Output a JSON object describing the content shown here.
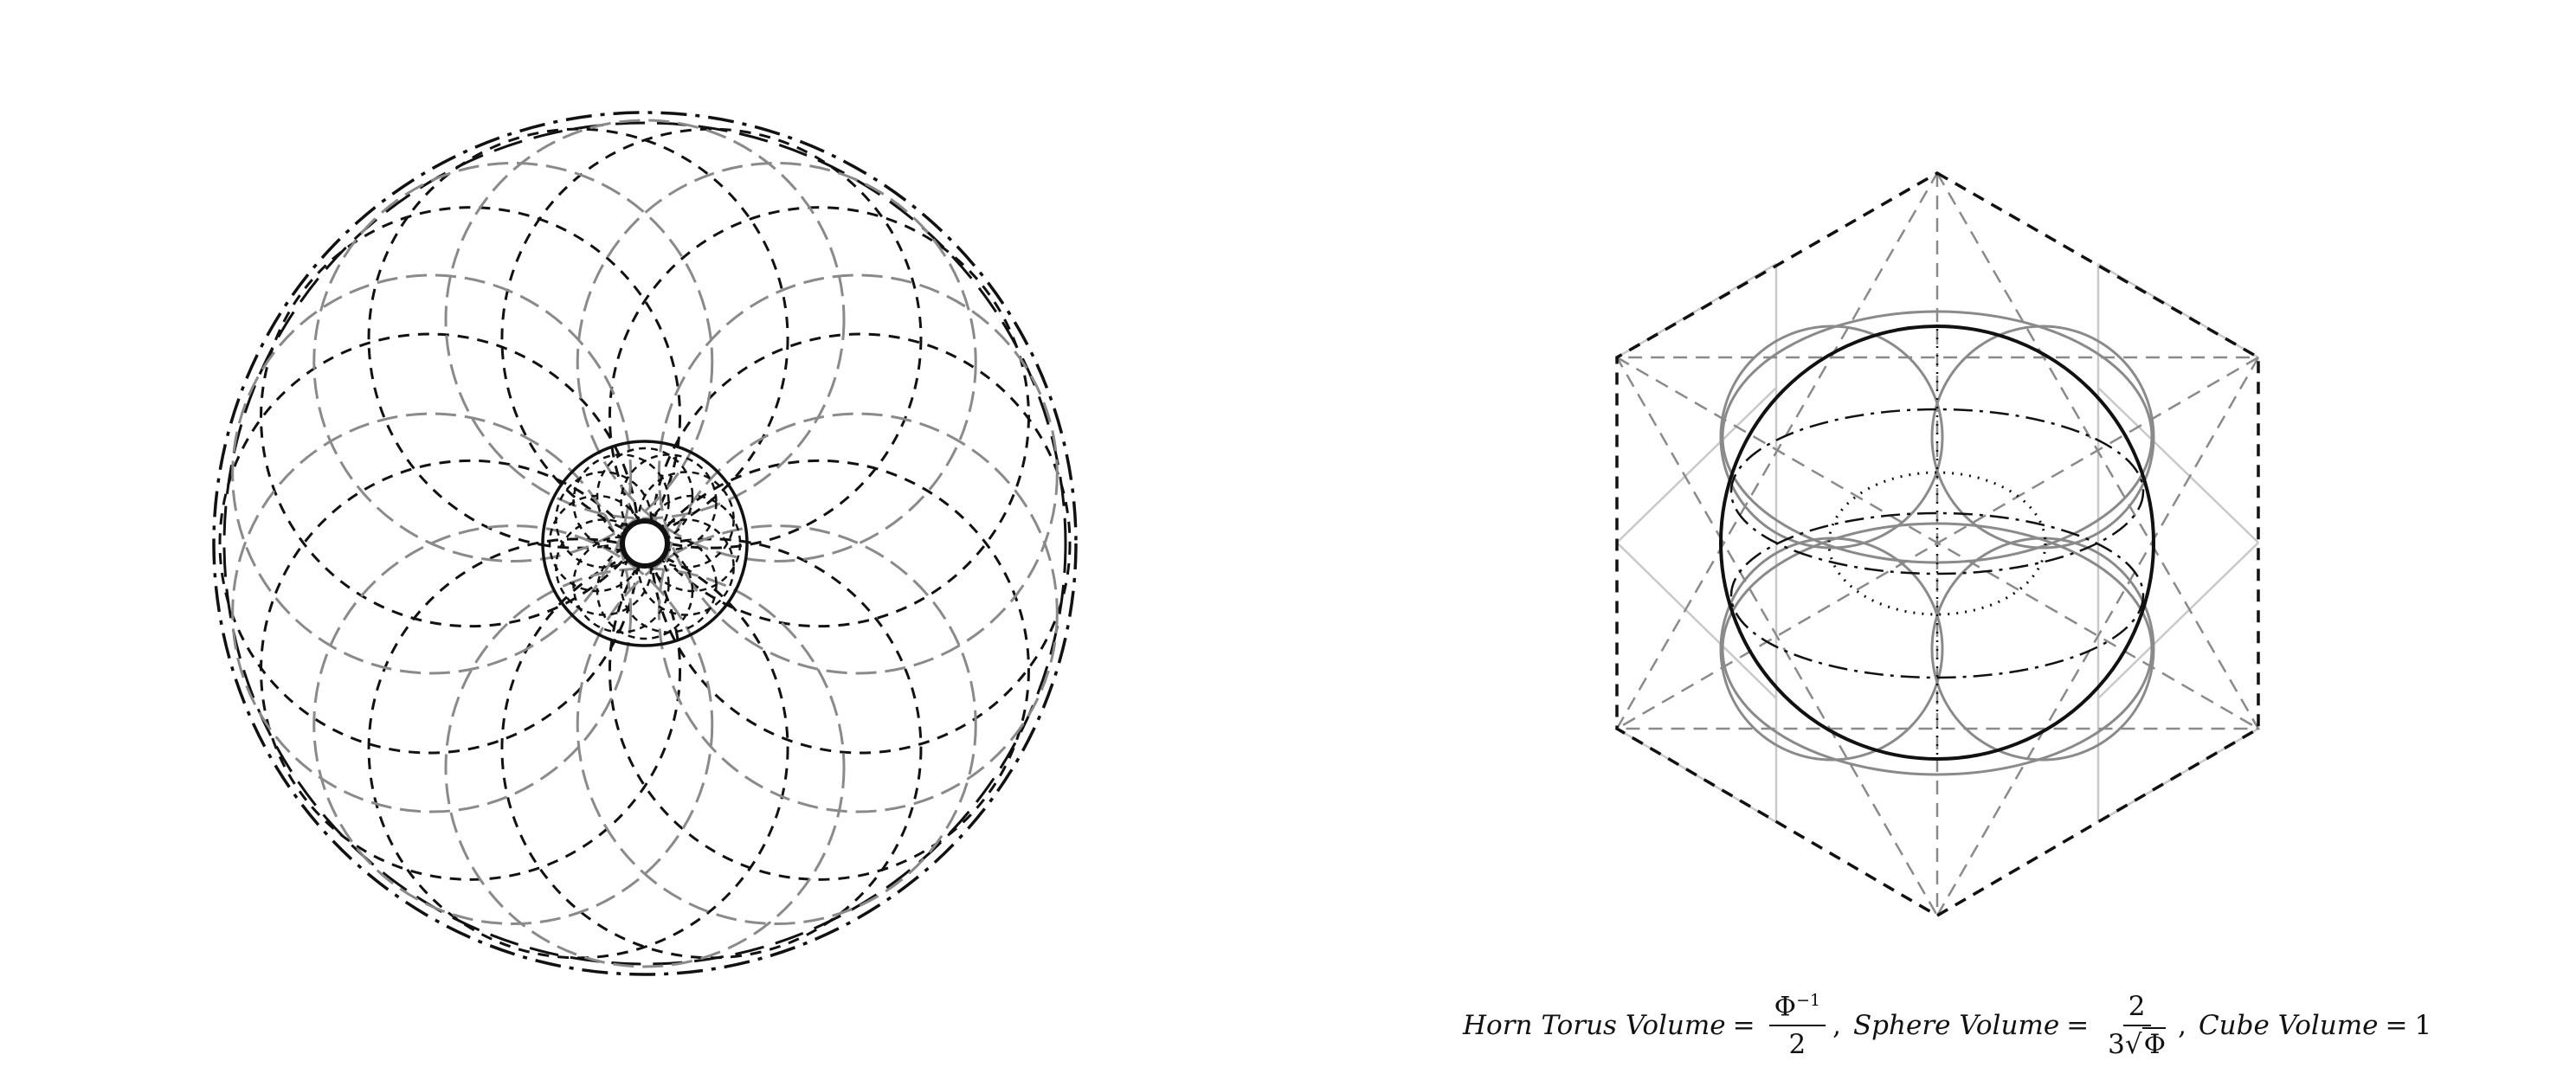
{
  "formula": {
    "horn_torus_label": "Horn Torus Volume",
    "eq1": "=",
    "horn_num": "Φ",
    "horn_num_exp": "−1",
    "horn_den": "2",
    "sep1": ",",
    "sphere_label": "Sphere Volume",
    "eq2": "=",
    "sphere_num": "2",
    "sphere_den_coef": "3",
    "sphere_den_root": "√",
    "sphere_den_rad": "Φ",
    "sep2": ",",
    "cube_label": "Cube Volume",
    "eq3": "=",
    "cube_value": "1"
  },
  "colors": {
    "black": "#111111",
    "gray": "#8a8a8a",
    "light_gray": "#c9c9c9"
  }
}
